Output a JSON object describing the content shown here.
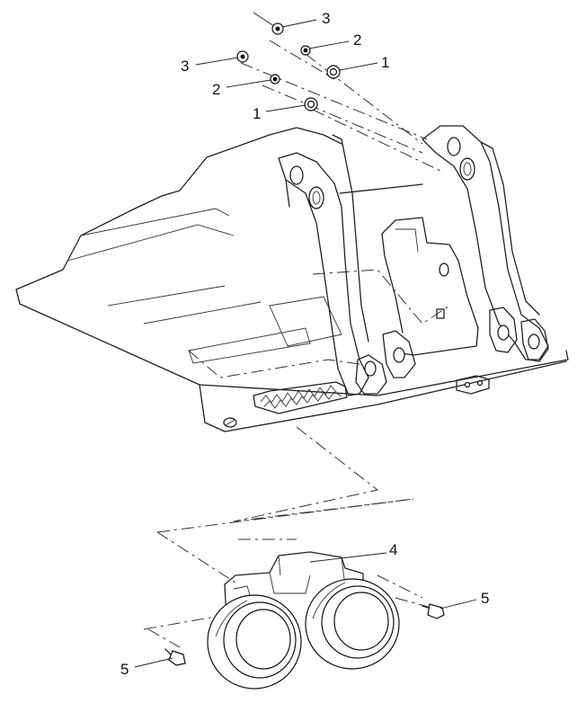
{
  "callouts": [
    {
      "key": "c3a",
      "text": "3"
    },
    {
      "key": "c2a",
      "text": "2"
    },
    {
      "key": "c1a",
      "text": "1"
    },
    {
      "key": "c3b",
      "text": "3"
    },
    {
      "key": "c2b",
      "text": "2"
    },
    {
      "key": "c1b",
      "text": "1"
    },
    {
      "key": "c4",
      "text": "4"
    },
    {
      "key": "c5a",
      "text": "5"
    },
    {
      "key": "c5b",
      "text": "5"
    }
  ],
  "colors": {
    "line": "#222222",
    "background": "#ffffff"
  }
}
